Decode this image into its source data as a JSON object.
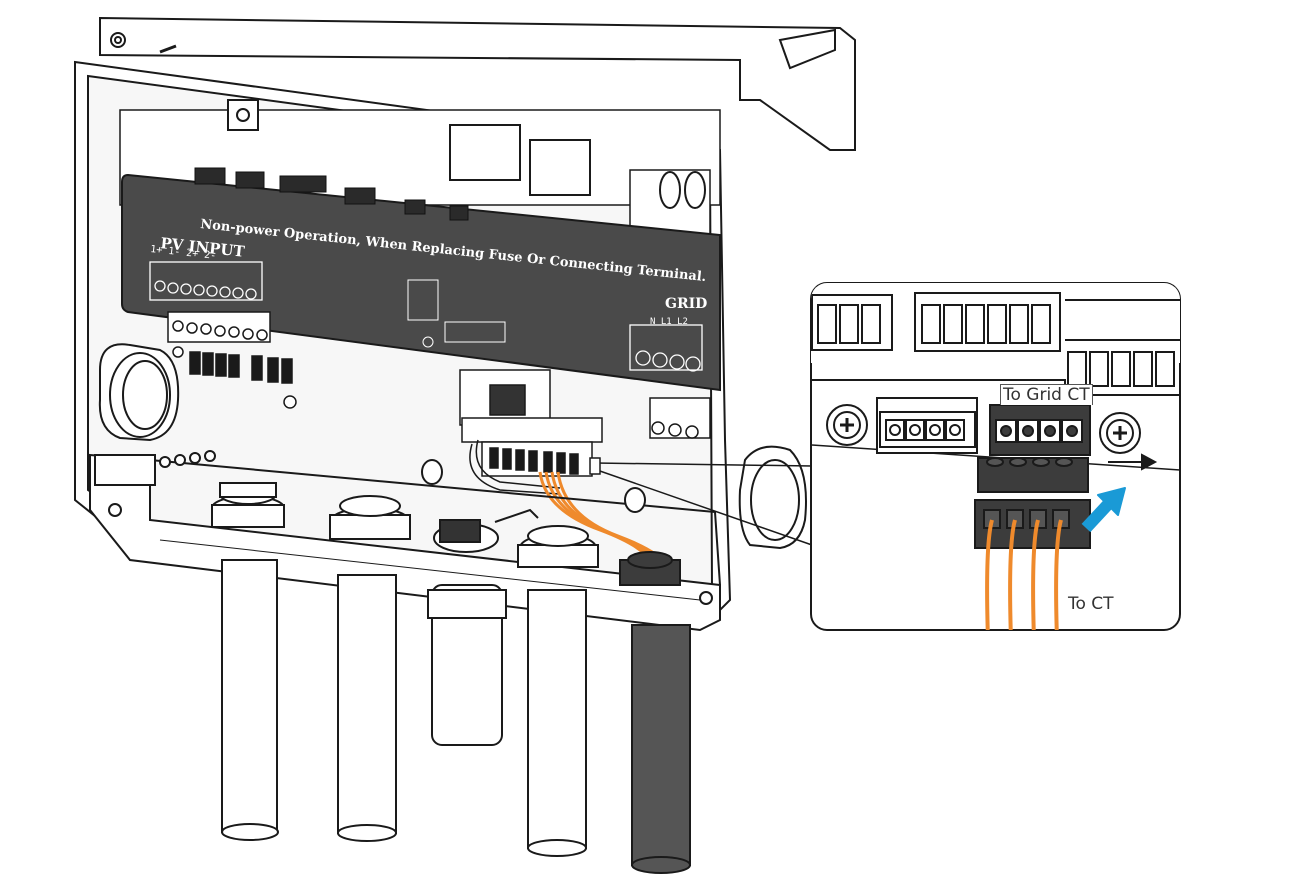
{
  "panel": {
    "warning_text": "Non-power Operation, When Replacing Fuse Or Connecting Terminal.",
    "pv_input_label": "PV INPUT",
    "pv_terminal_marks": "1+ 1- 2+ 2-",
    "grid_label": "GRID",
    "grid_terminals": "N L1 L2"
  },
  "callout": {
    "to_grid_ct": "To Grid CT",
    "to_ct": "To CT"
  },
  "colors": {
    "line": "#1a1a1a",
    "panel_fill": "#4a4a4a",
    "wire": "#ef8a2c",
    "arrow": "#1a9ad6",
    "cable_dark": "#555555",
    "connector_dark": "#3c3c3c"
  },
  "icons": {
    "insert_arrow": "arrow-up-right-icon",
    "screw": "screw-icon"
  }
}
